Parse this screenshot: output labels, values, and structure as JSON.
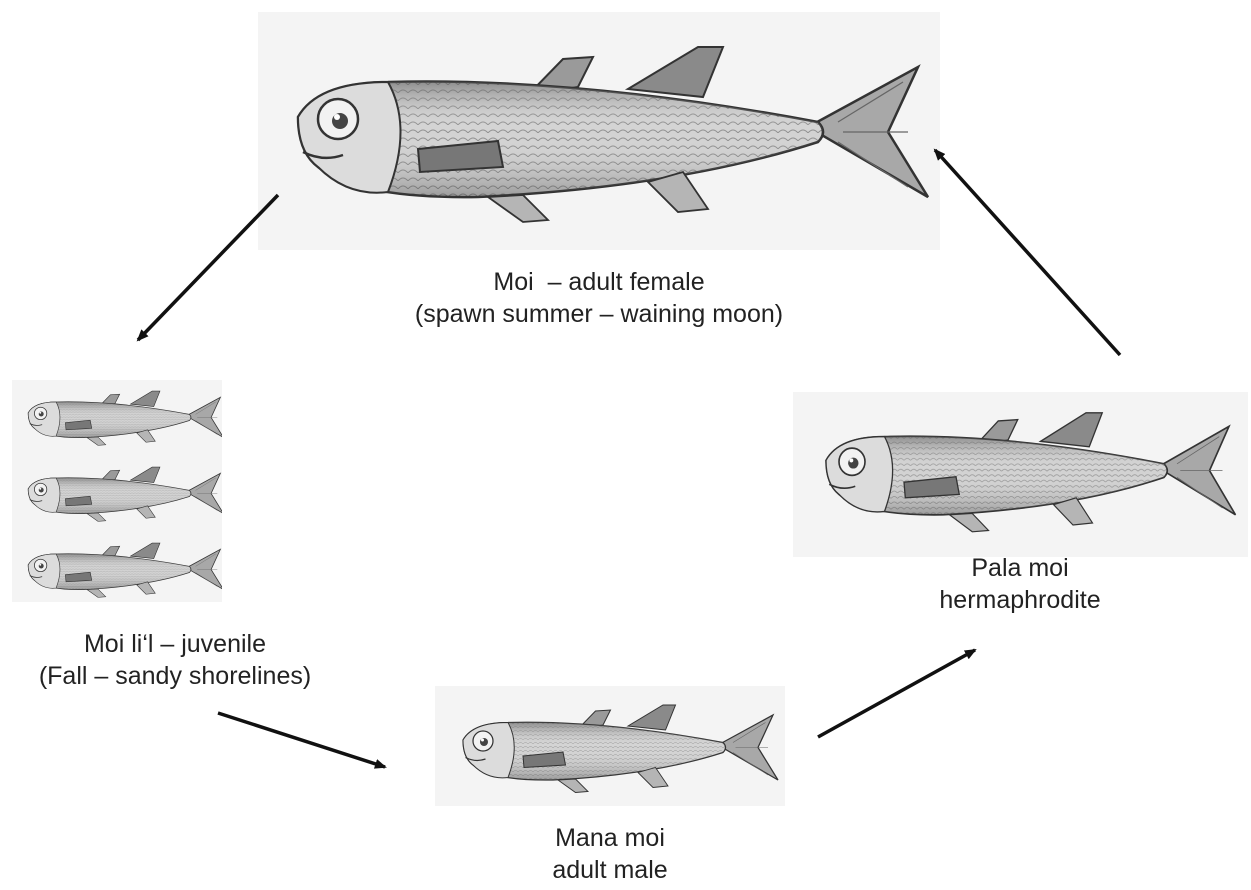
{
  "stages": {
    "adult_female": {
      "line1": "Moi  – adult female",
      "line2": "(spawn summer – waining moon)"
    },
    "juvenile": {
      "line1": "Moi li‘l – juvenile",
      "line2": "(Fall – sandy shorelines)"
    },
    "adult_male": {
      "line1": "Mana moi",
      "line2": "adult male"
    },
    "hermaphrodite": {
      "line1": "Pala moi",
      "line2": "hermaphrodite"
    }
  },
  "icons": [
    "fish-illustration",
    "arrow"
  ],
  "colors": {
    "arrow": "#111111",
    "fish_body": "#cfcfcf",
    "fish_outline": "#333333",
    "panel": "#f4f4f4"
  }
}
